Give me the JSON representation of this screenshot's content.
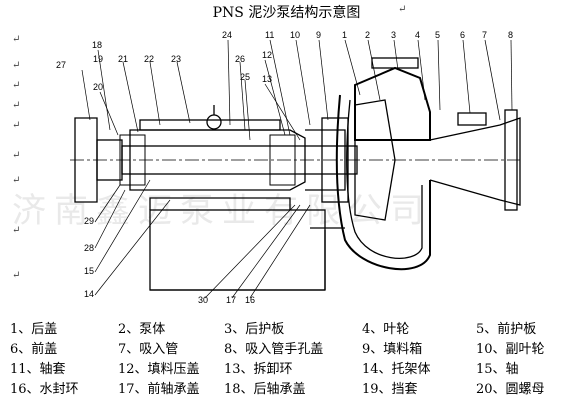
{
  "title": "PNS 泥沙泵结构示意图",
  "return_mark": "↵",
  "watermark": "济南鑫迈泵业有限公司",
  "callouts": [
    "1",
    "2",
    "3",
    "4",
    "5",
    "6",
    "7",
    "8",
    "9",
    "10",
    "11",
    "12",
    "13",
    "14",
    "15",
    "16",
    "17",
    "18",
    "19",
    "20",
    "21",
    "22",
    "23",
    "24",
    "25",
    "26",
    "27",
    "28",
    "29",
    "30"
  ],
  "legend": [
    "1、后盖",
    "2、泵体",
    "3、后护板",
    "4、叶轮",
    "5、前护板",
    "6、前盖",
    "7、吸入管",
    "8、吸入管手孔盖",
    "9、填料箱",
    "10、副叶轮",
    "11、轴套",
    "12、填料压盖",
    "13、拆卸环",
    "14、托架体",
    "15、轴",
    "16、水封环",
    "17、前轴承盖",
    "18、后轴承盖",
    "19、挡套",
    "20、圆螺母"
  ]
}
